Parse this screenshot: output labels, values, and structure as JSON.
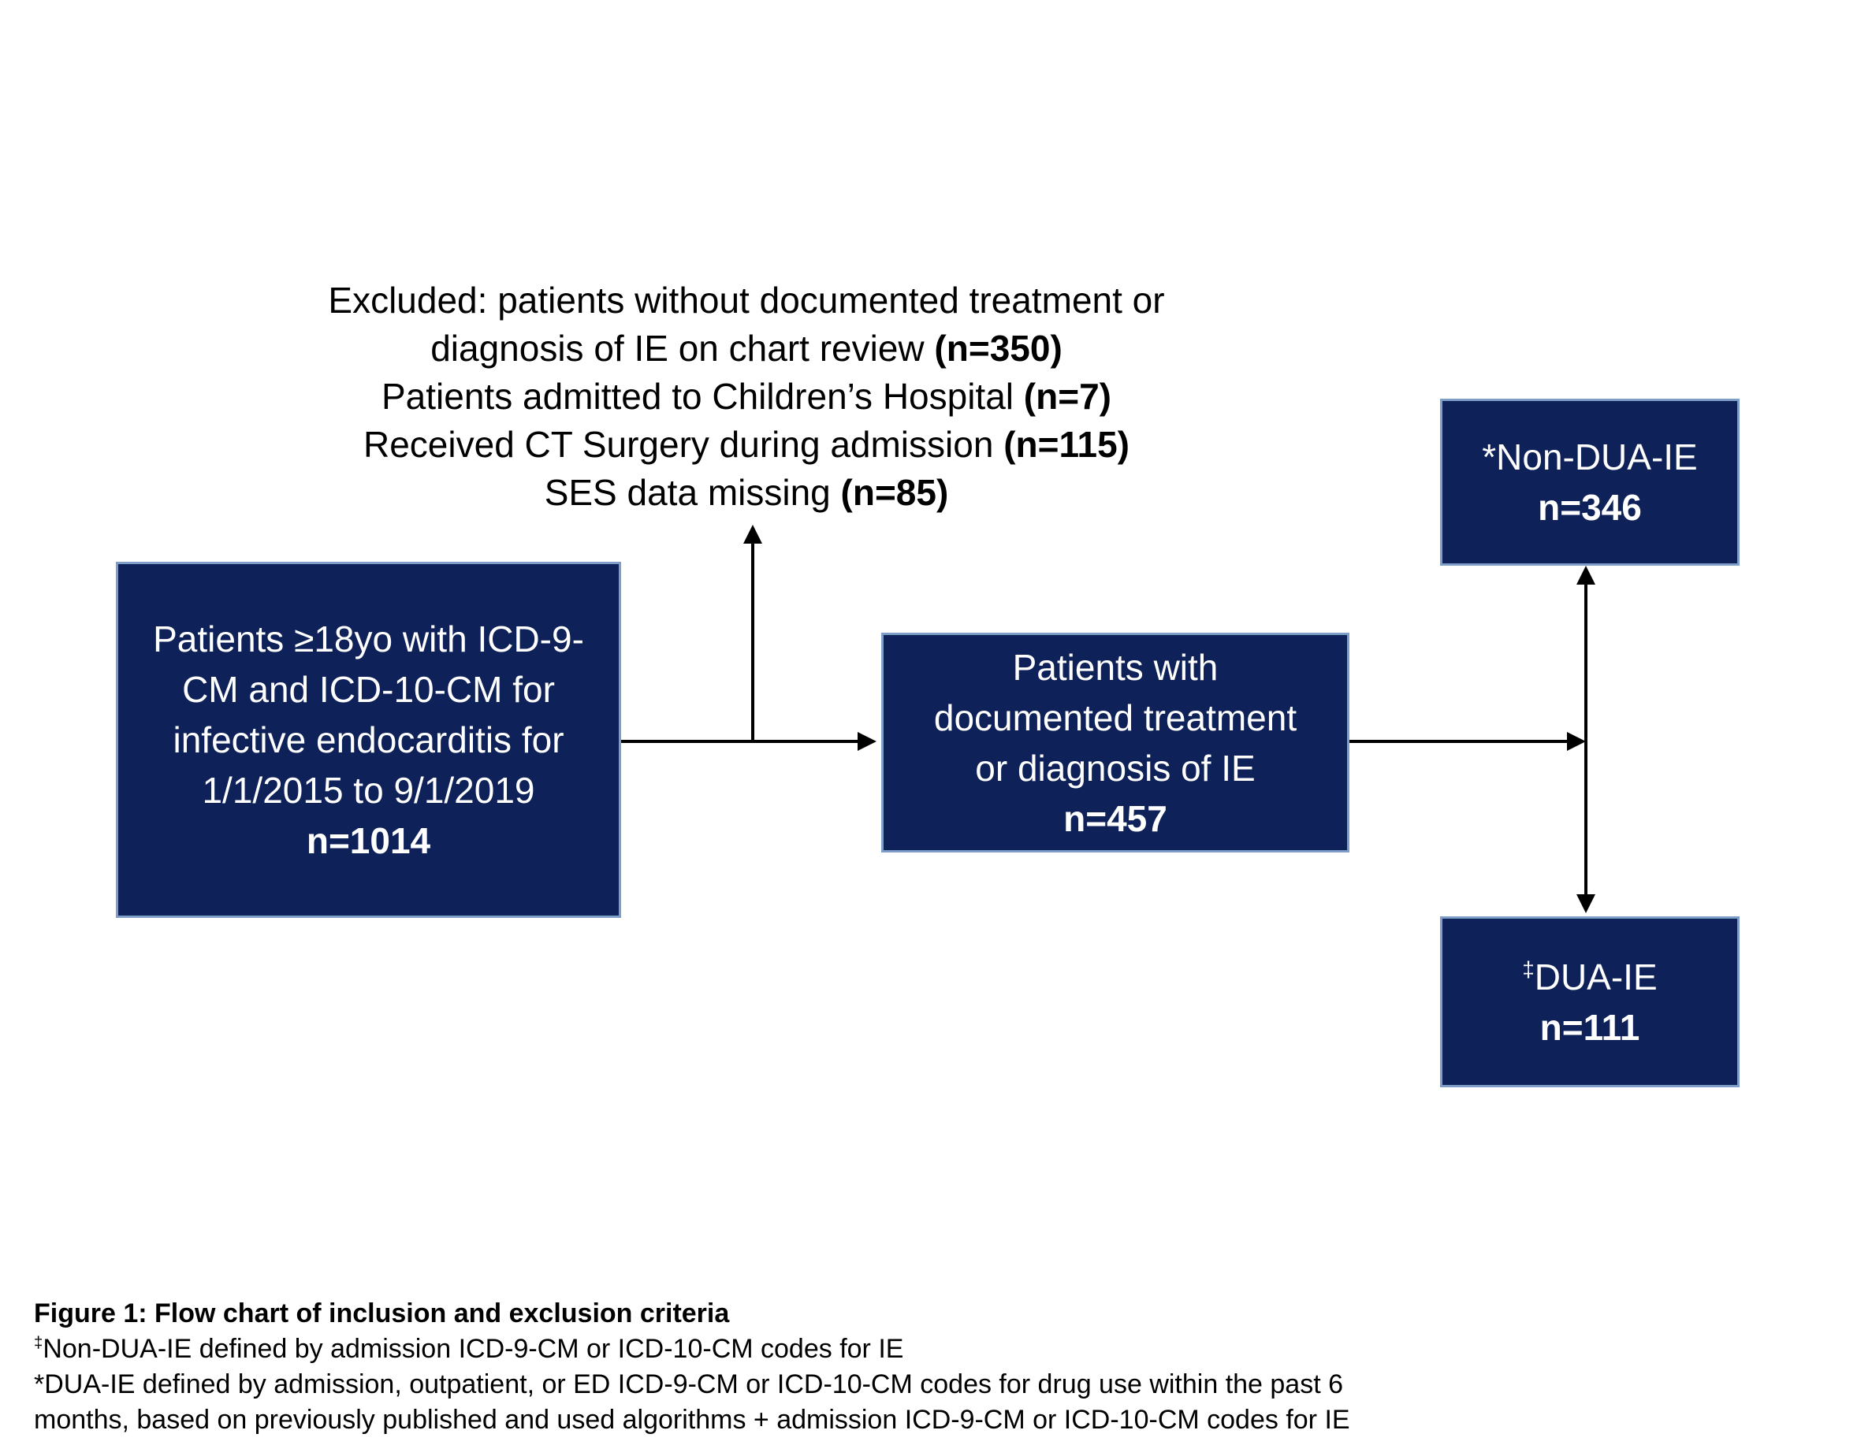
{
  "figure": {
    "type": "flowchart",
    "colors": {
      "box_fill": "#0E2158",
      "box_border": "#7F9DC9",
      "box_text": "#FFFFFF",
      "arrow": "#000000",
      "body_text": "#000000",
      "background": "#FFFFFF"
    },
    "excluded": {
      "lines": [
        {
          "text": "Excluded: patients without documented treatment or",
          "bold": ""
        },
        {
          "text": "diagnosis of IE on chart review ",
          "bold": "(n=350)"
        },
        {
          "text": "Patients admitted to Children’s Hospital ",
          "bold": "(n=7)"
        },
        {
          "text": "Received CT Surgery during admission ",
          "bold": "(n=115)"
        },
        {
          "text": "SES data missing ",
          "bold": "(n=85)"
        }
      ]
    },
    "boxes": {
      "source": {
        "lines": [
          "Patients ≥18yo with ICD-9-",
          "CM and ICD-10-CM for",
          "infective endocarditis for",
          "1/1/2015 to 9/1/2019"
        ],
        "n": "n=1014"
      },
      "documented": {
        "lines": [
          "Patients with",
          "documented treatment",
          "or diagnosis of IE"
        ],
        "n": "n=457"
      },
      "non_dua": {
        "title": "*Non-DUA-IE",
        "n": "n=346"
      },
      "dua": {
        "prefix": "‡",
        "title": "DUA-IE",
        "n": "n=111"
      }
    },
    "caption": {
      "title": "Figure 1: Flow chart of inclusion and exclusion criteria",
      "fn1_sup": "‡",
      "fn1": "Non-DUA-IE defined by admission ICD-9-CM or ICD-10-CM codes for IE",
      "fn2_line1": "*DUA-IE defined by admission, outpatient, or ED ICD-9-CM or ICD-10-CM codes for drug use within the past 6",
      "fn2_line2": "months, based on previously published and used algorithms + admission ICD-9-CM or ICD-10-CM codes for IE"
    }
  }
}
